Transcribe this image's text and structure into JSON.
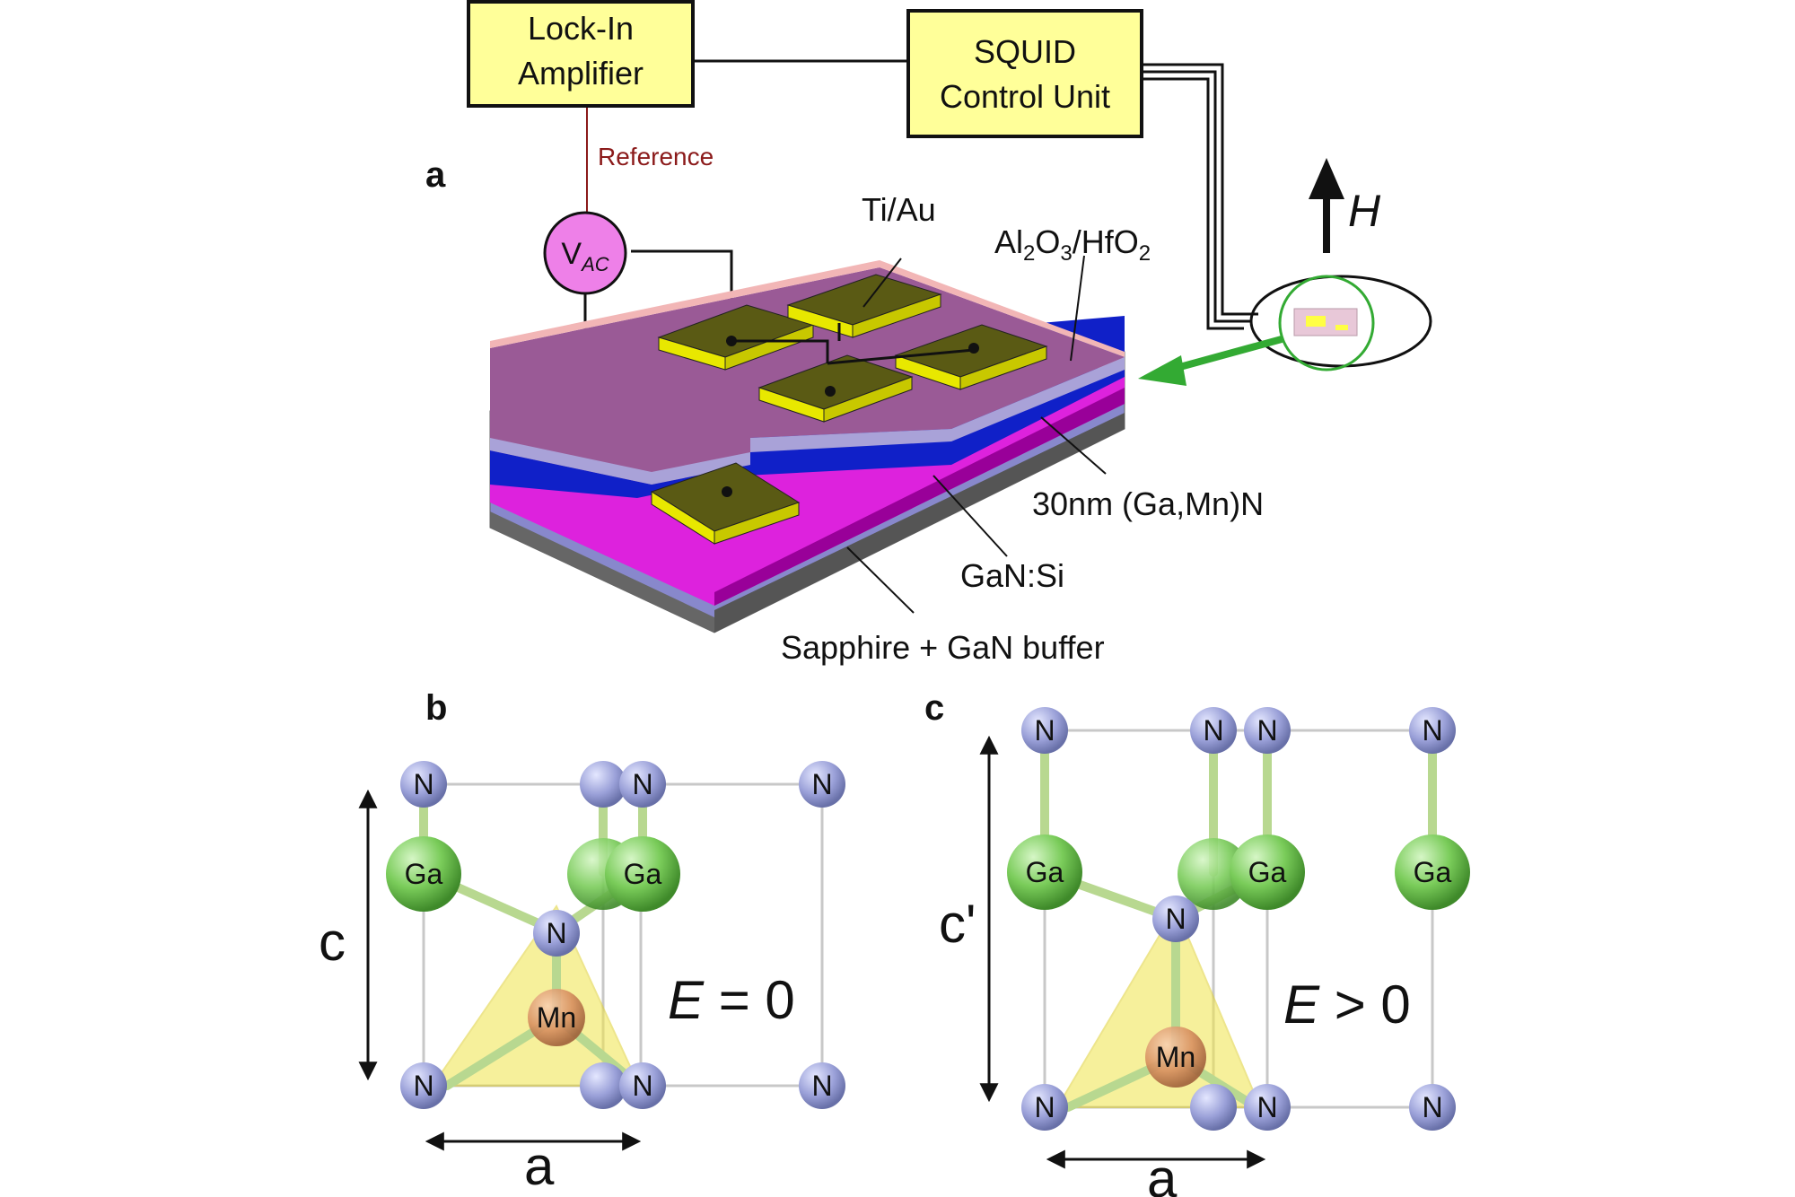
{
  "panels": {
    "a": "a",
    "b": "b",
    "c": "c"
  },
  "instruments": {
    "lockin_line1": "Lock-In",
    "lockin_line2": "Amplifier",
    "squid_line1": "SQUID",
    "squid_line2": "Control Unit",
    "reference": "Reference",
    "vac_main": "V",
    "vac_sub": "AC"
  },
  "field": {
    "symbol": "H"
  },
  "layers": {
    "contacts": "Ti/Au",
    "oxide_pre": "Al",
    "oxide_s1": "2",
    "oxide_mid1": "O",
    "oxide_s2": "3",
    "oxide_mid2": "/HfO",
    "oxide_s3": "2",
    "gamn": "30nm (Ga,Mn)N",
    "gansi": "GaN:Si",
    "substrate": "Sapphire + GaN buffer"
  },
  "crystal": {
    "n": "N",
    "ga": "Ga",
    "mn": "Mn",
    "c_label": "c",
    "c_prime_label": "c'",
    "a_label": "a",
    "b_field_var": "E",
    "b_field_rest": " = 0",
    "c_field_var": "E",
    "c_field_rest": " > 0"
  },
  "colors": {
    "instrument_fill": "#ffff99",
    "vac_fill": "#ee80e8",
    "reference_line": "#8b1a1a",
    "field_arrow": "#33aa33",
    "oxide": "#9a5a96",
    "gamn_layer": "#1020c8",
    "gansi_layer": "#dd22dd",
    "substrate": "#8888cc",
    "contact": "#e8e800",
    "n_atom": "#9aa0d8",
    "ga_atom": "#7acc5a",
    "mn_atom": "#d89060",
    "tetrahedron": "#f0e44a"
  }
}
